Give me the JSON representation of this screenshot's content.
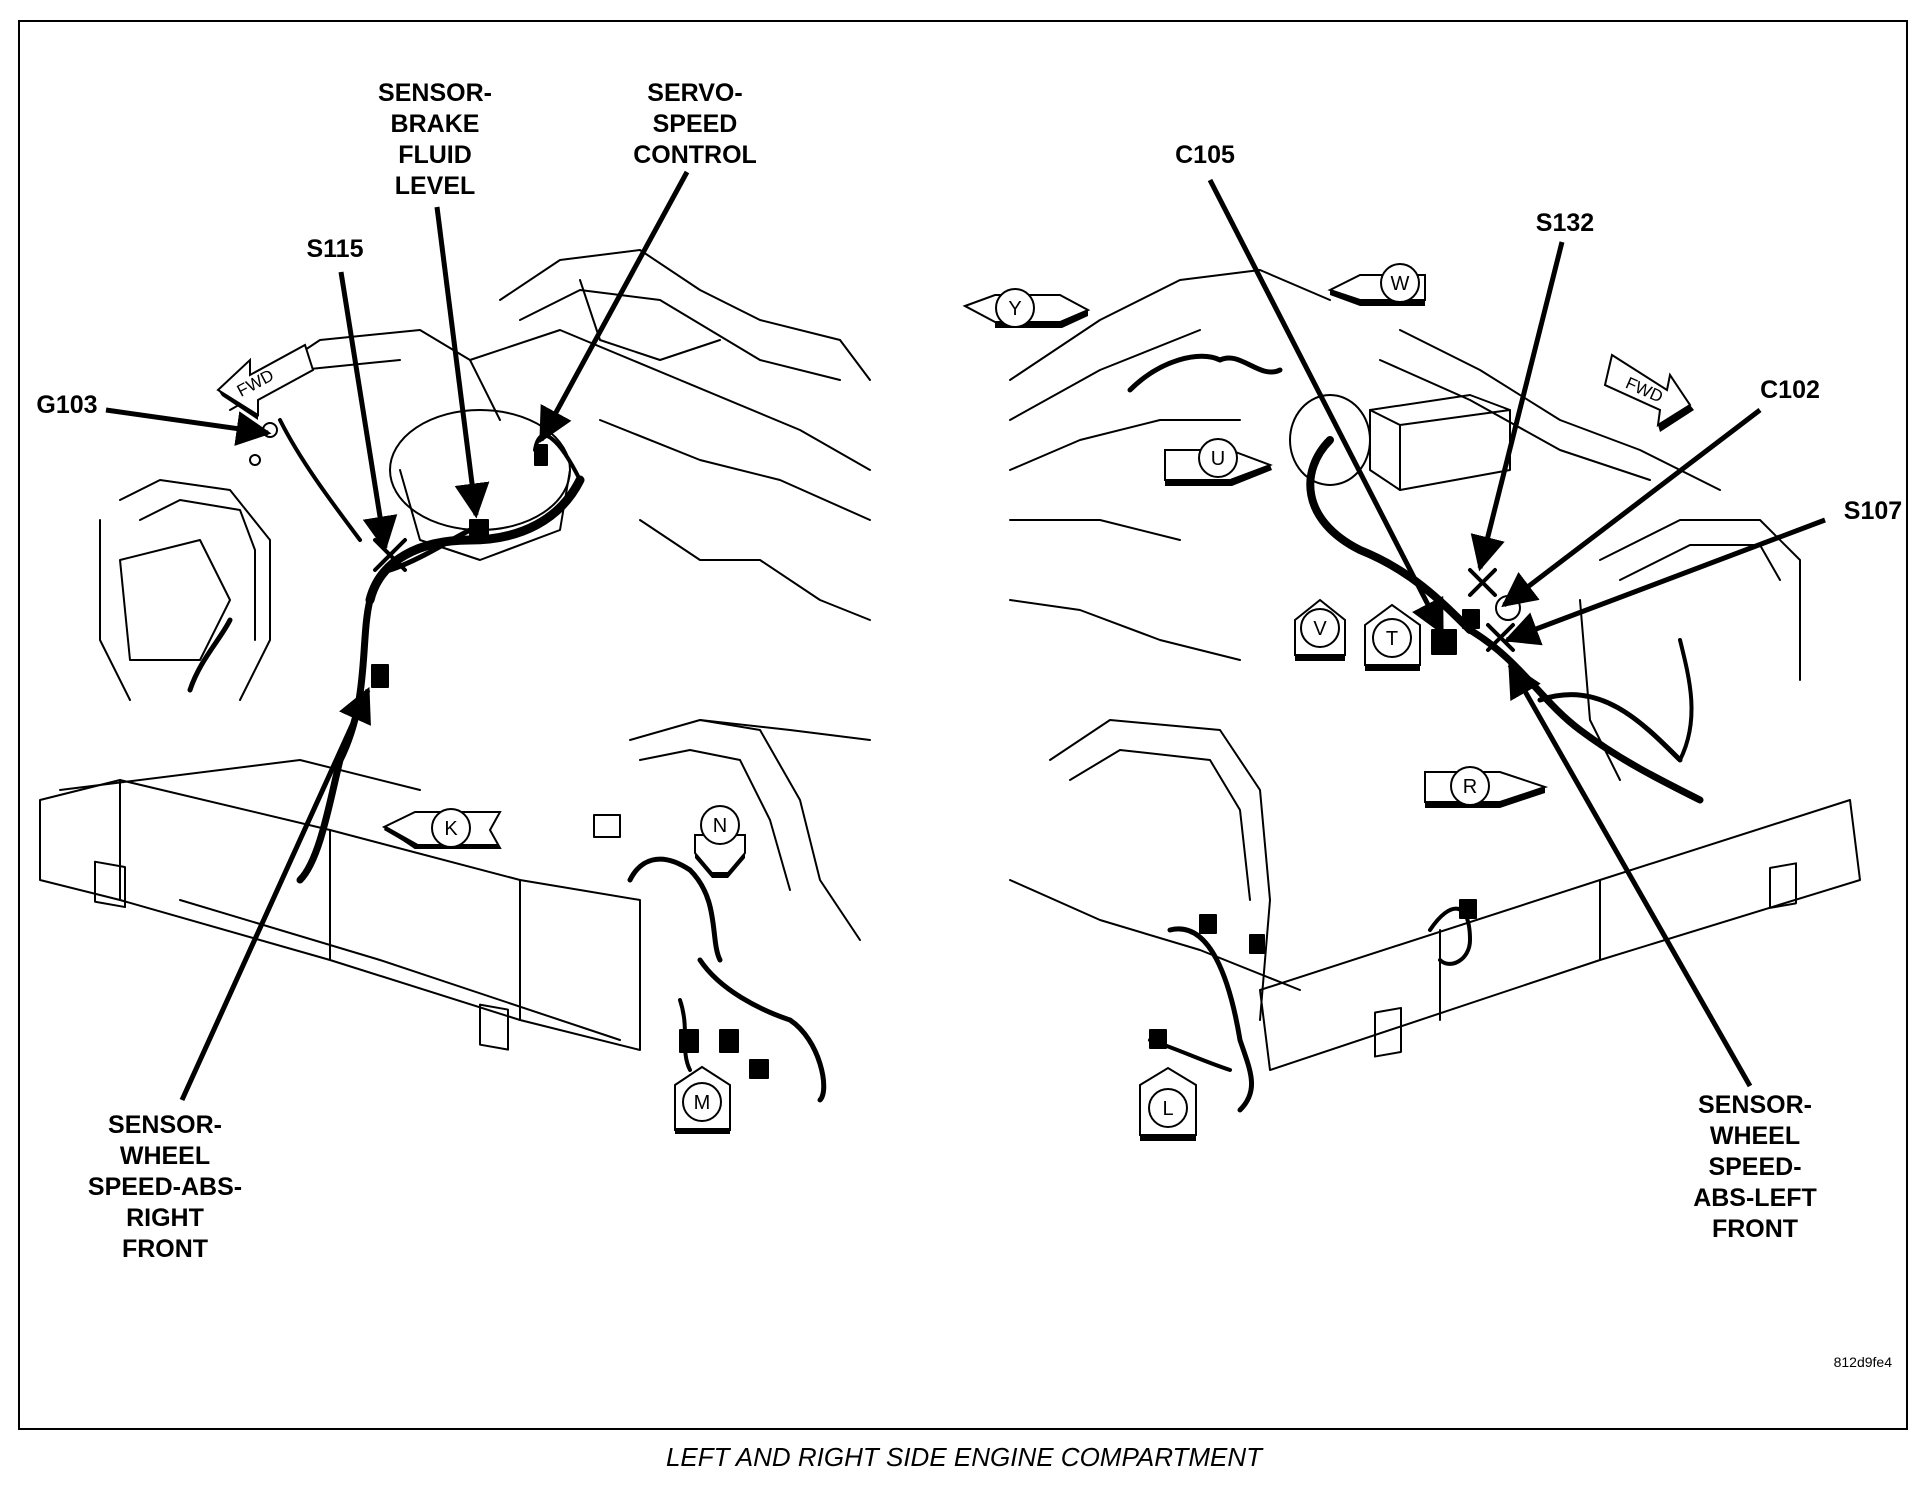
{
  "figure_id": "812d9fe4",
  "caption": "LEFT AND RIGHT SIDE ENGINE COMPARTMENT",
  "callouts": {
    "sensor_brake_fluid_level": "SENSOR-\nBRAKE\nFLUID\nLEVEL",
    "servo_speed_control": "SERVO-\nSPEED\nCONTROL",
    "s115": "S115",
    "g103": "G103",
    "sensor_wheel_speed_abs_right_front": "SENSOR-\nWHEEL\nSPEED-ABS-\nRIGHT\nFRONT",
    "c105": "C105",
    "s132": "S132",
    "c102": "C102",
    "s107": "S107",
    "sensor_wheel_speed_abs_left_front": "SENSOR-\nWHEEL\nSPEED-\nABS-LEFT\nFRONT"
  },
  "view_markers": {
    "k": "K",
    "m": "M",
    "n": "N",
    "y": "Y",
    "w": "W",
    "u": "U",
    "v": "V",
    "t": "T",
    "r": "R",
    "l": "L"
  },
  "fwd_label": "FWD"
}
